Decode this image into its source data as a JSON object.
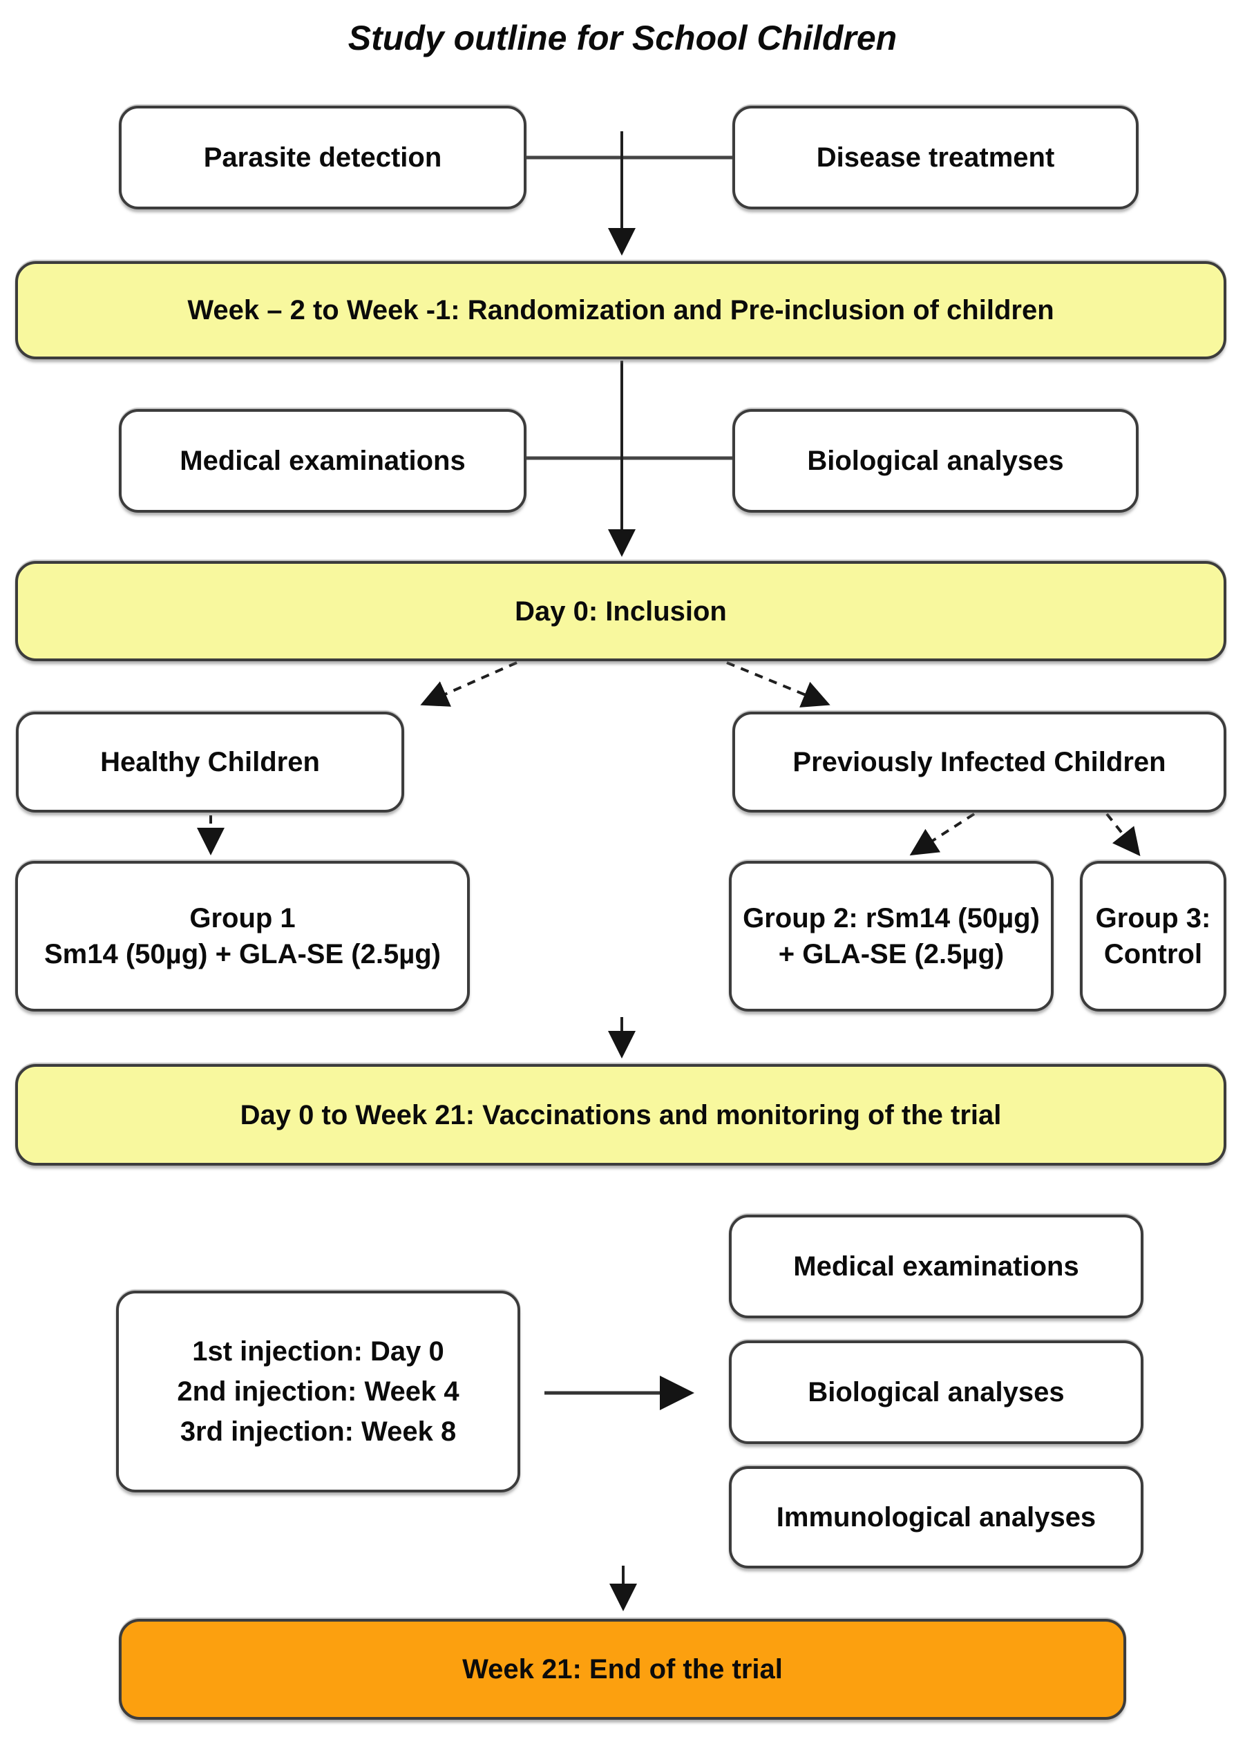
{
  "title": "Study outline for School Children",
  "colors": {
    "stage_fill": "#F8F89E",
    "final_fill": "#FCA00F",
    "node_fill": "#FFFFFF",
    "border": "#3C3C3C",
    "arrow": "#1F1F1F",
    "text": "#0B0B0B"
  },
  "nodes": {
    "parasite_detection": {
      "label": "Parasite detection"
    },
    "disease_treatment": {
      "label": "Disease treatment"
    },
    "medical_examinations_pre": {
      "label": "Medical examinations"
    },
    "biological_analyses_pre": {
      "label": "Biological analyses"
    },
    "healthy_children": {
      "label": "Healthy Children"
    },
    "previously_infected_children": {
      "label": "Previously Infected Children"
    },
    "group1": {
      "line1": "Group 1",
      "line2": "Sm14 (50µg) + GLA-SE (2.5µg)"
    },
    "group2": {
      "line1": "Group 2: rSm14 (50µg)",
      "line2": "+ GLA-SE (2.5µg)"
    },
    "group3": {
      "line1": "Group 3:",
      "line2": "Control"
    },
    "injection_schedule": {
      "line1": "1st injection: Day 0",
      "line2": "2nd injection: Week 4",
      "line3": "3rd injection: Week 8"
    },
    "medical_examinations_trial": {
      "label": "Medical examinations"
    },
    "biological_analyses_trial": {
      "label": "Biological analyses"
    },
    "immunological_analyses": {
      "label": "Immunological analyses"
    }
  },
  "stages": {
    "randomization": {
      "label": "Week – 2 to Week -1: Randomization and Pre-inclusion of children"
    },
    "inclusion": {
      "label": "Day 0: Inclusion"
    },
    "vaccination": {
      "label": "Day 0 to Week 21: Vaccinations and monitoring of the trial"
    },
    "end_of_trial": {
      "label": "Week 21: End of the trial"
    }
  }
}
